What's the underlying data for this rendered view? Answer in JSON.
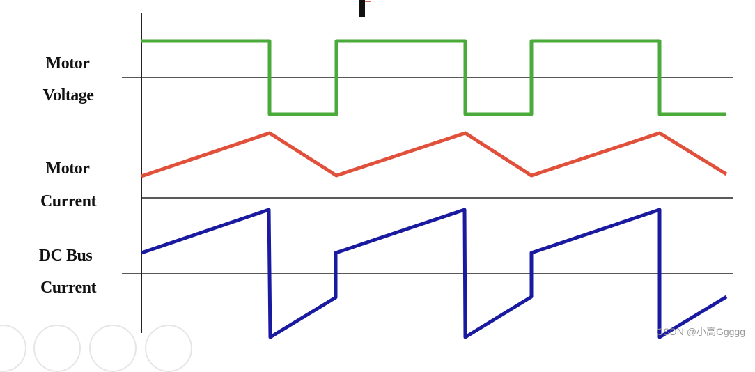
{
  "labels": {
    "motor_voltage_1": "Motor",
    "motor_voltage_2": "Voltage",
    "motor_current_1": "Motor",
    "motor_current_2": "Current",
    "dc_bus_1": "DC Bus",
    "dc_bus_2": "Current"
  },
  "watermark": "CSDN @小高Ggggg",
  "colors": {
    "motor_voltage": "#4aaa3a",
    "motor_current": "#e0503a",
    "dc_bus_current": "#1a1aa0",
    "axis": "#222222"
  },
  "waveforms": {
    "pwm_edges_normalized": [
      0,
      0.22,
      0.33,
      0.55,
      0.66,
      0.88,
      1.0
    ],
    "motor_voltage": {
      "high": 1,
      "low": -0.5,
      "pattern": [
        "high",
        "low",
        "high",
        "low",
        "high",
        "low"
      ]
    },
    "motor_current": {
      "pattern": "triangle",
      "min_level": 0.05,
      "max_level": 0.95
    },
    "dc_bus_current": {
      "pattern": "sawtooth-with-negative-during-off"
    }
  },
  "bottom_icons": [
    "edit-icon",
    "layout-icon",
    "search-icon",
    "more-icon"
  ]
}
